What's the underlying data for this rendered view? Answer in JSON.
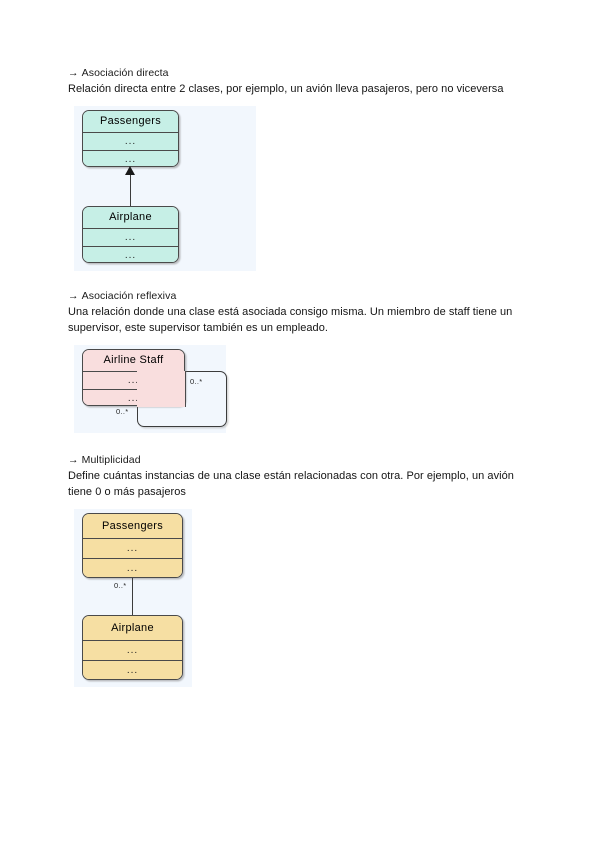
{
  "document": {
    "page_background": "#ffffff",
    "text_color": "#141414",
    "diagram_panel_color": "#f2f7fd"
  },
  "sections": [
    {
      "id": "asociacion-directa",
      "arrow": "→",
      "heading": "Asociación directa",
      "body": "Relación directa entre 2 clases, por ejemplo, un avión lleva pasajeros, pero no viceversa",
      "diagram": {
        "type": "uml-class-diagram",
        "fill_color": "#c6efe6",
        "boxes": [
          {
            "title": "Passengers",
            "rows": [
              "...",
              "..."
            ]
          },
          {
            "title": "Airplane",
            "rows": [
              "...",
              "..."
            ]
          }
        ],
        "connector": {
          "kind": "directed-association",
          "arrowhead": "solid-triangle",
          "from": "Airplane",
          "to": "Passengers"
        },
        "multiplicities": []
      }
    },
    {
      "id": "asociacion-reflexiva",
      "arrow": "→",
      "heading": "Asociación reflexiva",
      "body": "Una relación donde una clase está asociada consigo misma. Un miembro de staff tiene un supervisor, este supervisor también es un empleado.",
      "diagram": {
        "type": "uml-class-diagram",
        "fill_color": "#f9dede",
        "boxes": [
          {
            "title": "Airline Staff",
            "rows": [
              "...",
              "..."
            ]
          }
        ],
        "connector": {
          "kind": "self-association",
          "arrowhead": "none",
          "from": "Airline Staff",
          "to": "Airline Staff"
        },
        "multiplicities": [
          "0..*",
          "0..*"
        ]
      }
    },
    {
      "id": "multiplicidad",
      "arrow": "→",
      "heading": "Multiplicidad",
      "body": "Define cuántas instancias de una clase están relacionadas con otra. Por ejemplo, un avión tiene 0 o más pasajeros",
      "diagram": {
        "type": "uml-class-diagram",
        "fill_color": "#f6dfa3",
        "boxes": [
          {
            "title": "Passengers",
            "rows": [
              "...",
              "..."
            ]
          },
          {
            "title": "Airplane",
            "rows": [
              "...",
              "..."
            ]
          }
        ],
        "connector": {
          "kind": "association",
          "arrowhead": "none",
          "from": "Airplane",
          "to": "Passengers"
        },
        "multiplicities": [
          "0..*"
        ]
      }
    }
  ]
}
